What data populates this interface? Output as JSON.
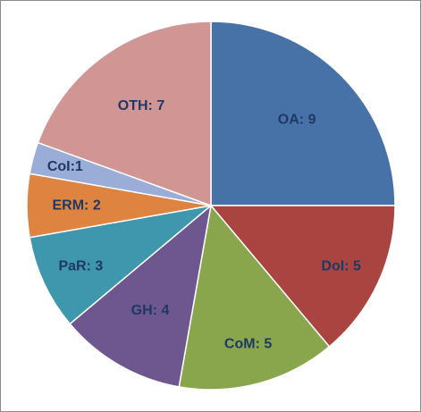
{
  "chart_data": {
    "type": "pie",
    "slices": [
      {
        "name": "OA",
        "value": 9,
        "label": "OA: 9",
        "color": "#4672a8"
      },
      {
        "name": "DoI",
        "value": 5,
        "label": "DoI: 5",
        "color": "#a94441"
      },
      {
        "name": "CoM",
        "value": 5,
        "label": "CoM: 5",
        "color": "#8aa64d"
      },
      {
        "name": "GH",
        "value": 4,
        "label": "GH: 4",
        "color": "#6e568f"
      },
      {
        "name": "PaR",
        "value": 3,
        "label": "PaR: 3",
        "color": "#3f97ae"
      },
      {
        "name": "ERM",
        "value": 2,
        "label": "ERM: 2",
        "color": "#df8440"
      },
      {
        "name": "CoI",
        "value": 1,
        "label": "CoI:1",
        "color": "#9aadd6"
      },
      {
        "name": "OTH",
        "value": 7,
        "label": "OTH: 7",
        "color": "#d19594"
      }
    ],
    "start_angle_deg": 0,
    "direction": "clockwise",
    "slice_border_color": "#ffffff",
    "legend": "none"
  }
}
